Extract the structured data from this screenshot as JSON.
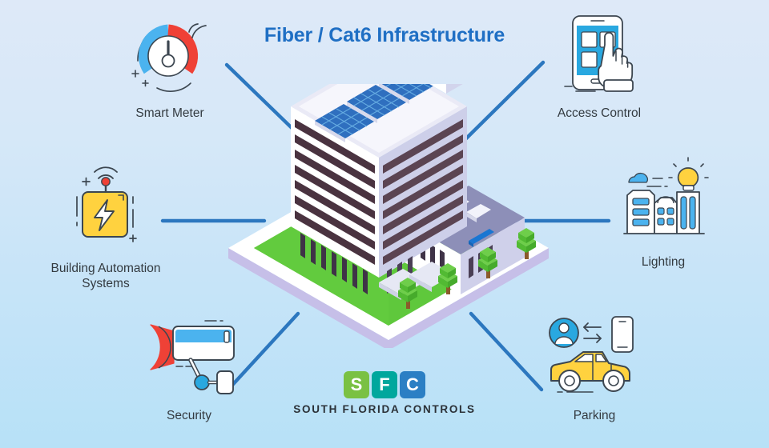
{
  "page": {
    "title": "Fiber / Cat6 Infrastructure",
    "title_color": "#1f6fc4",
    "background_top": "#dee9f8",
    "background_bottom": "#b7e1f7",
    "connector_color": "#2c77bf",
    "label_color": "#333a40"
  },
  "nodes": [
    {
      "id": "smart-meter",
      "label": "Smart Meter",
      "icon": "gauge-meter-icon"
    },
    {
      "id": "access-control",
      "label": "Access Control",
      "icon": "smartphone-touch-icon"
    },
    {
      "id": "building-automation",
      "label": "Building Automation\nSystems",
      "icon": "lightning-panel-icon"
    },
    {
      "id": "lighting",
      "label": "Lighting",
      "icon": "buildings-bulb-icon"
    },
    {
      "id": "security",
      "label": "Security",
      "icon": "cctv-camera-icon"
    },
    {
      "id": "parking",
      "label": "Parking",
      "icon": "car-phone-user-icon"
    }
  ],
  "center": {
    "name": "isometric-smart-building",
    "elements": [
      "solar-panels",
      "office-tower",
      "annex-building",
      "trees",
      "grass-platform"
    ]
  },
  "logo": {
    "squares": [
      {
        "letter": "S",
        "color": "#7ac143"
      },
      {
        "letter": "F",
        "color": "#00a79d"
      },
      {
        "letter": "C",
        "color": "#2b7fc4"
      }
    ],
    "wordmark": "SOUTH FLORIDA CONTROLS"
  }
}
